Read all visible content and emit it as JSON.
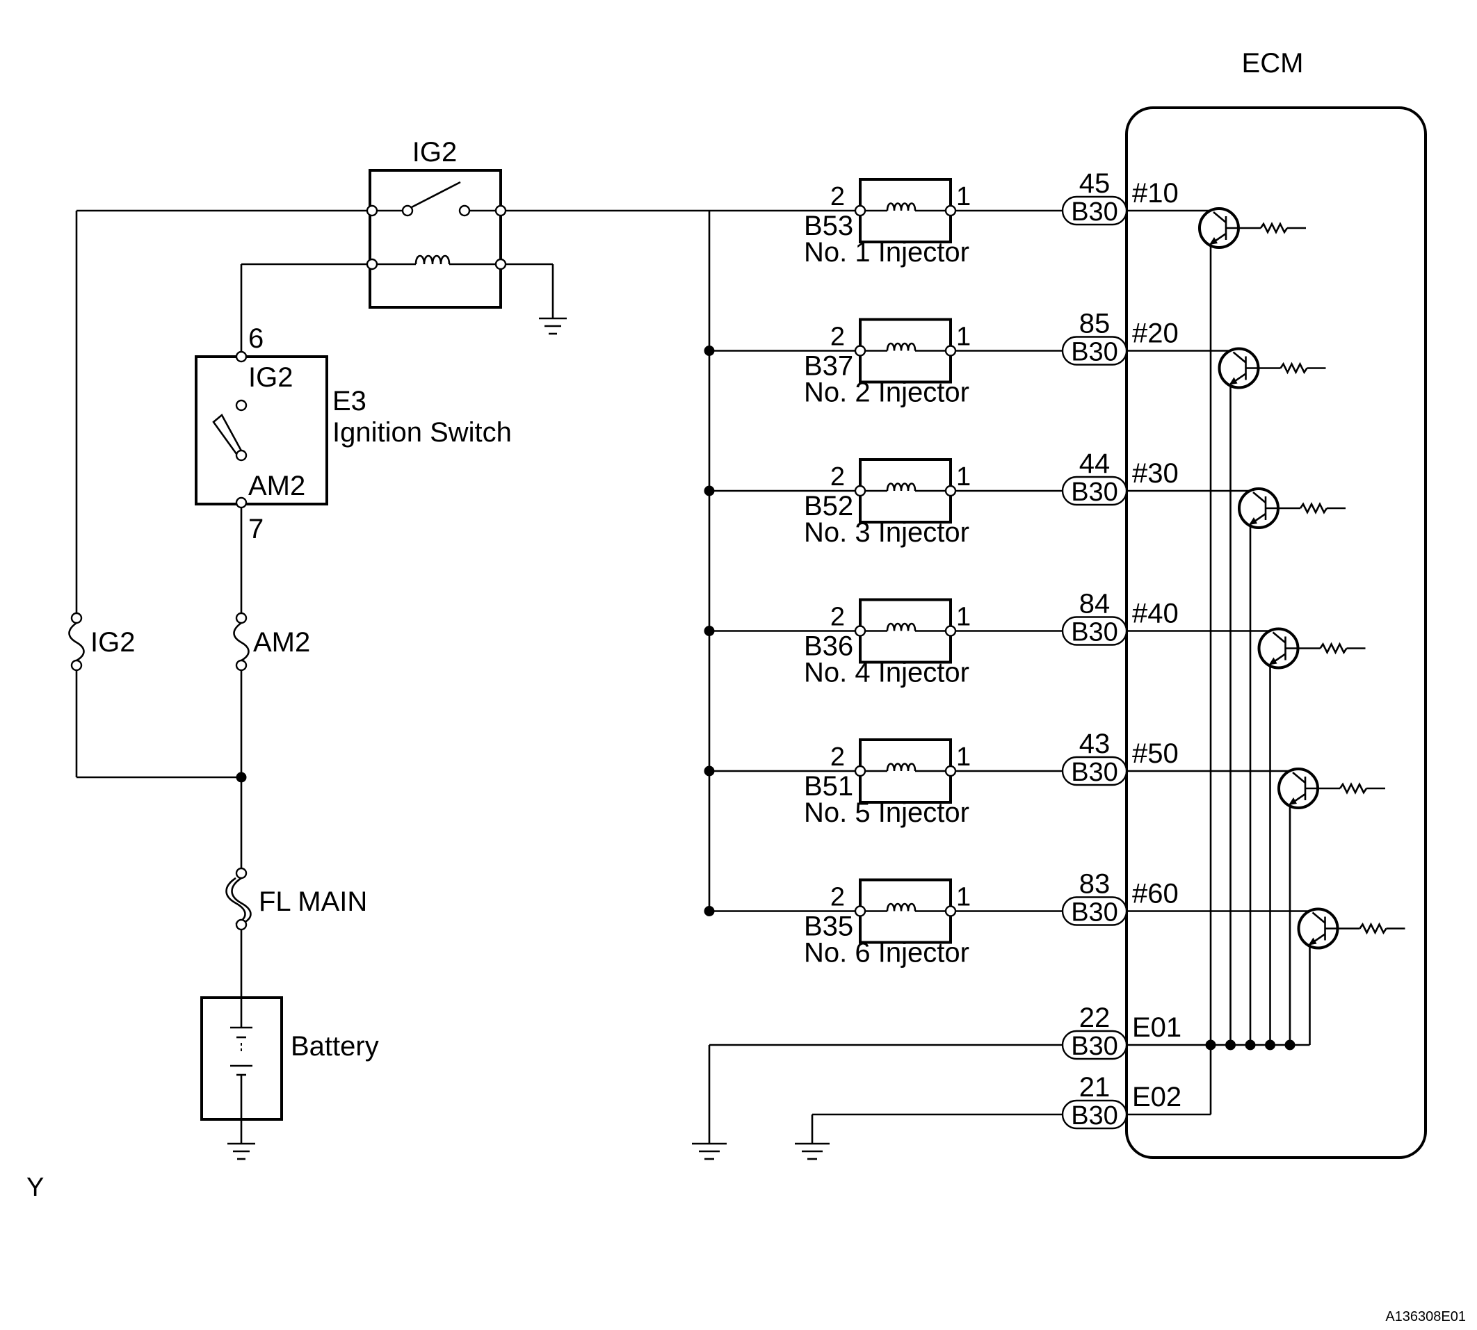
{
  "ecm": {
    "title": "ECM"
  },
  "relay": {
    "label": "IG2"
  },
  "ignition_switch": {
    "code": "E3",
    "name": "Ignition Switch",
    "pin_top": "6",
    "pin_bottom": "7",
    "term_top": "IG2",
    "term_bottom": "AM2"
  },
  "fuses": {
    "ig2": "IG2",
    "am2": "AM2",
    "fl_main": "FL MAIN"
  },
  "battery": {
    "label": "Battery"
  },
  "injectors": [
    {
      "code": "B53",
      "name": "No. 1 Injector",
      "pin_in": "2",
      "pin_out": "1",
      "ecm_pin": "45",
      "connector": "B30",
      "ecm_term": "#10"
    },
    {
      "code": "B37",
      "name": "No. 2 Injector",
      "pin_in": "2",
      "pin_out": "1",
      "ecm_pin": "85",
      "connector": "B30",
      "ecm_term": "#20"
    },
    {
      "code": "B52",
      "name": "No. 3 Injector",
      "pin_in": "2",
      "pin_out": "1",
      "ecm_pin": "44",
      "connector": "B30",
      "ecm_term": "#30"
    },
    {
      "code": "B36",
      "name": "No. 4 Injector",
      "pin_in": "2",
      "pin_out": "1",
      "ecm_pin": "84",
      "connector": "B30",
      "ecm_term": "#40"
    },
    {
      "code": "B51",
      "name": "No. 5 Injector",
      "pin_in": "2",
      "pin_out": "1",
      "ecm_pin": "43",
      "connector": "B30",
      "ecm_term": "#50"
    },
    {
      "code": "B35",
      "name": "No. 6 Injector",
      "pin_in": "2",
      "pin_out": "1",
      "ecm_pin": "83",
      "connector": "B30",
      "ecm_term": "#60"
    }
  ],
  "grounds": [
    {
      "ecm_pin": "22",
      "connector": "B30",
      "ecm_term": "E01"
    },
    {
      "ecm_pin": "21",
      "connector": "B30",
      "ecm_term": "E02"
    }
  ],
  "corner_mark": "Y",
  "figure_id": "A136308E01"
}
